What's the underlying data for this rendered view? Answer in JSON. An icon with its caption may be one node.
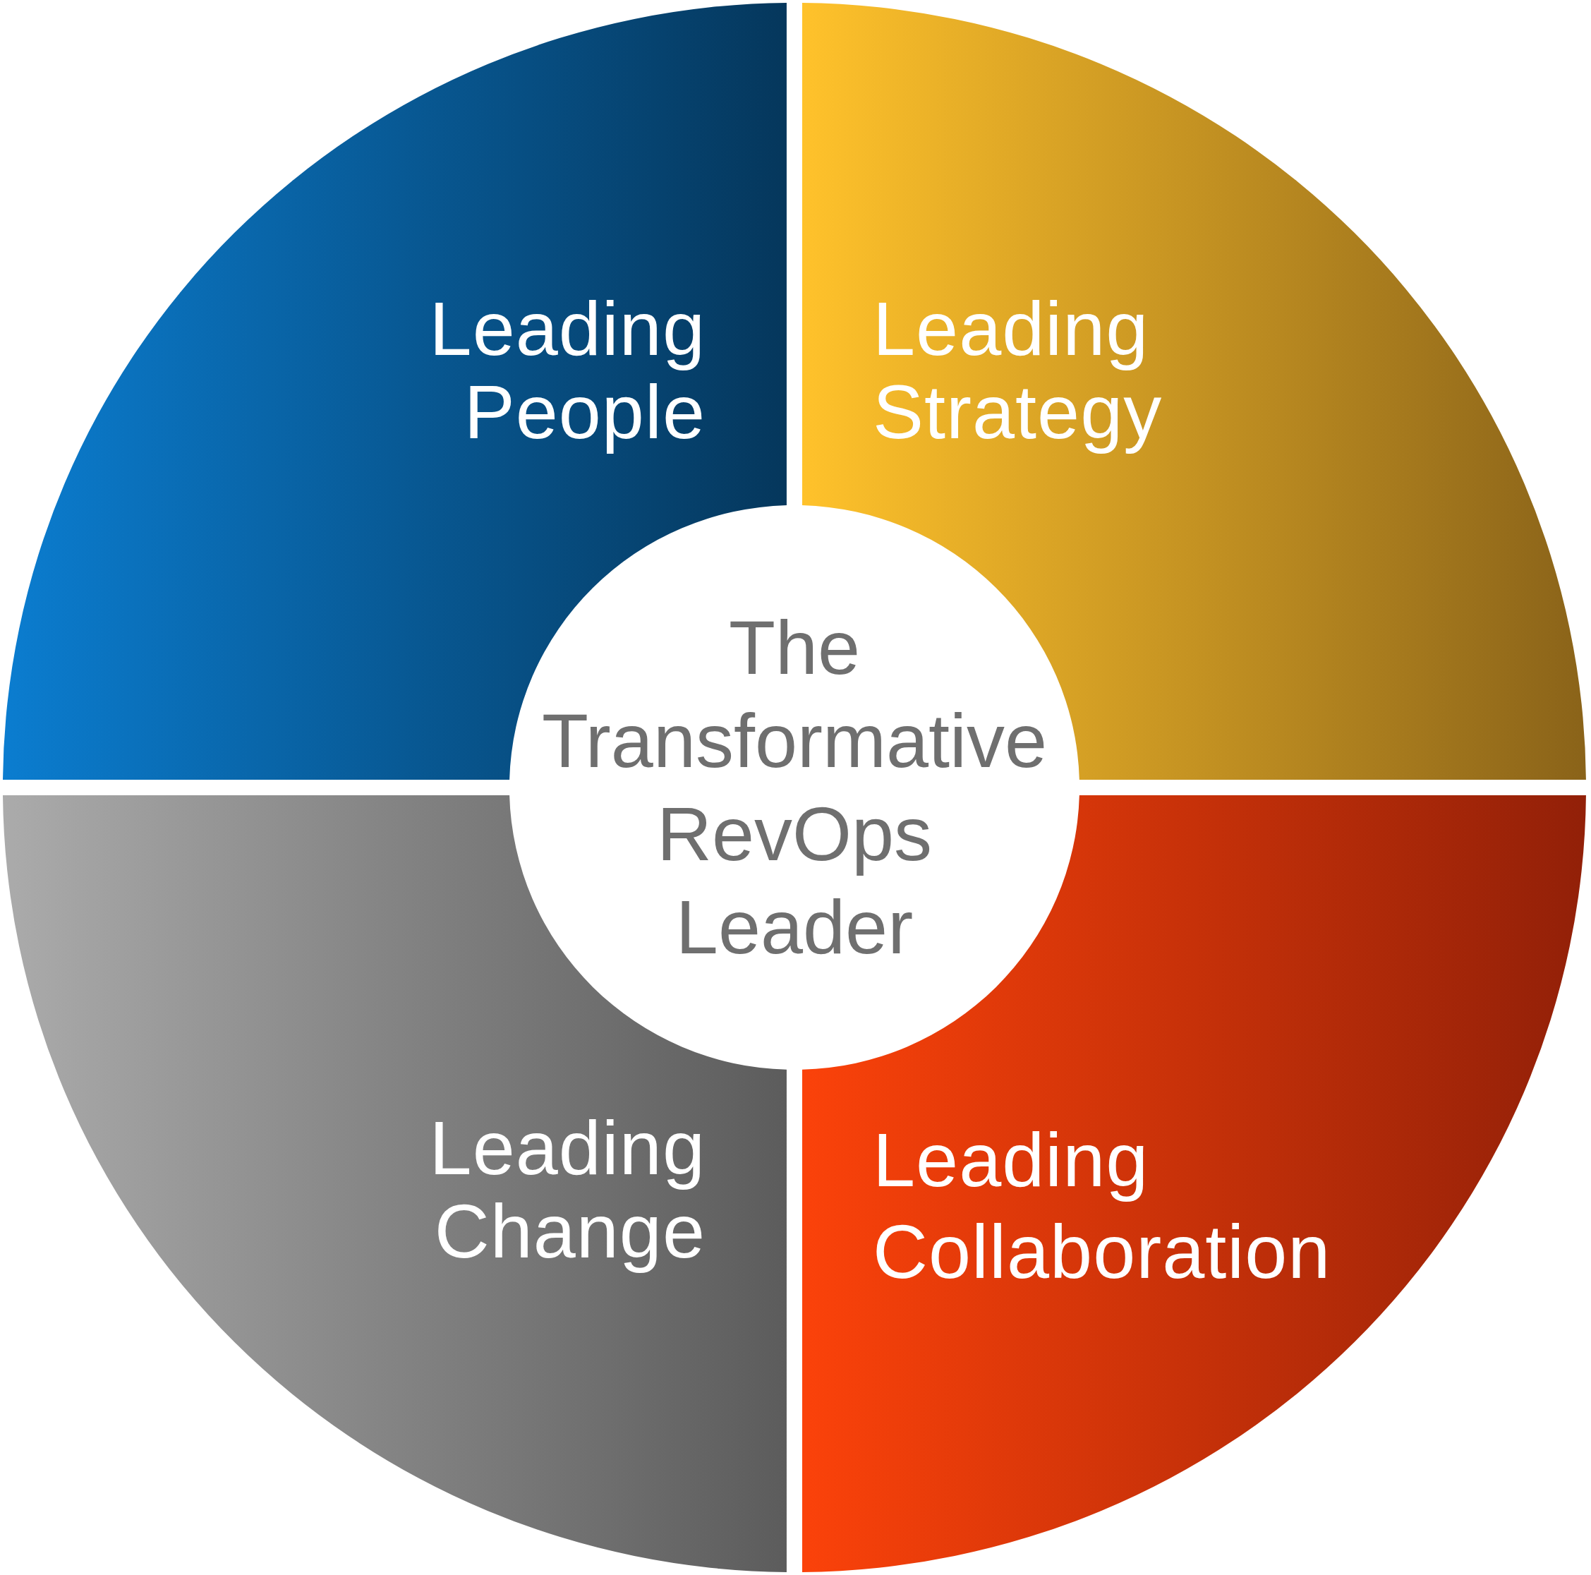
{
  "diagram": {
    "nodes": [
      {
        "text": [
          "Leading People"
        ]
      },
      {
        "text": [
          "Leading Strategy"
        ]
      },
      {
        "text": [
          "The Transformative RevOps Leader"
        ]
      },
      {
        "text": [
          "Leading Change"
        ]
      },
      {
        "text": [
          "Leading Collaboration"
        ]
      }
    ]
  }
}
